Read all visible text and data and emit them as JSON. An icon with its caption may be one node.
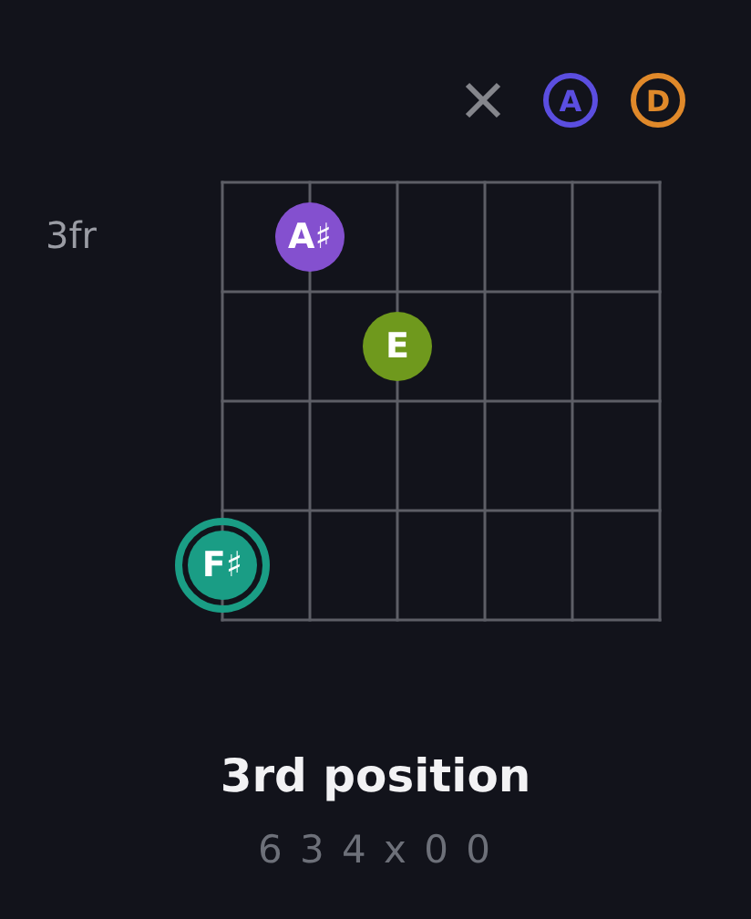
{
  "diagram": {
    "title": "3rd position",
    "caption": "6 3 4 x 0 0",
    "nodes": [
      {
        "text": [
          "A"
        ]
      },
      {
        "text": [
          "D"
        ]
      },
      {
        "text": [
          "A♯"
        ]
      },
      {
        "text": [
          "E"
        ]
      },
      {
        "text": [
          "F♯"
        ]
      }
    ],
    "labels": [
      "3fr"
    ]
  }
}
